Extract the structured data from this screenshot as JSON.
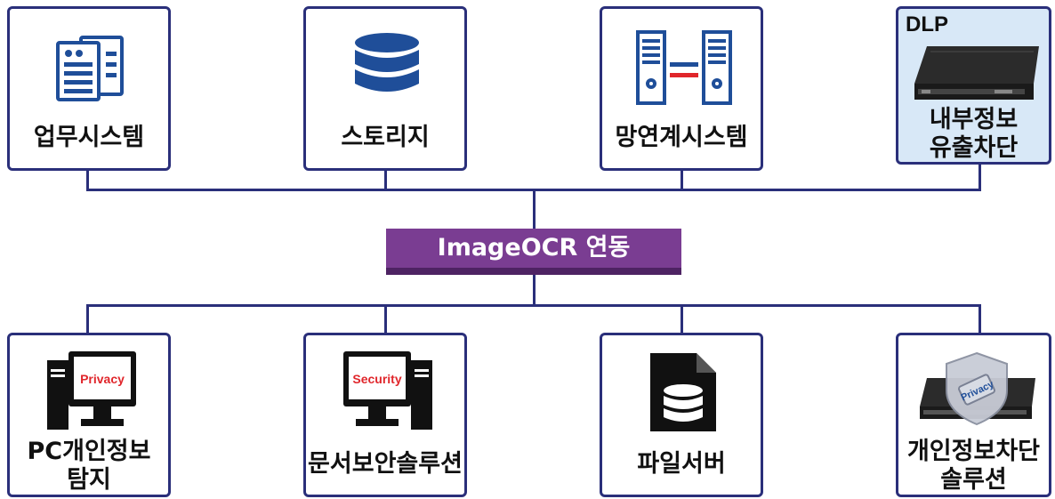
{
  "hub": {
    "label": "ImageOCR 연동"
  },
  "top_nodes": [
    {
      "label": "업무시스템",
      "icon": "document-server-icon"
    },
    {
      "label": "스토리지",
      "icon": "database-icon"
    },
    {
      "label": "망연계시스템",
      "icon": "network-link-servers-icon"
    },
    {
      "tag": "DLP",
      "label_line1": "내부정보",
      "label_line2": "유출차단",
      "icon": "rack-appliance-icon"
    }
  ],
  "bottom_nodes": [
    {
      "label_line1": "PC개인정보",
      "label_line2": "탐지",
      "screen_text": "Privacy",
      "icon": "desktop-computer-icon"
    },
    {
      "label": "문서보안솔루션",
      "screen_text": "Security",
      "icon": "desktop-computer-icon"
    },
    {
      "label": "파일서버",
      "icon": "file-database-icon"
    },
    {
      "label_line1": "개인정보차단",
      "label_line2": "솔루션",
      "shield_text": "Privacy",
      "icon": "privacy-shield-appliance-icon"
    }
  ],
  "colors": {
    "border": "#2a2f7a",
    "hub": "#7a3d92",
    "hub_shadow": "#4e2363",
    "icon_blue": "#1f4e99",
    "alert_red": "#e0262b",
    "highlight": "#d8e8f7"
  }
}
